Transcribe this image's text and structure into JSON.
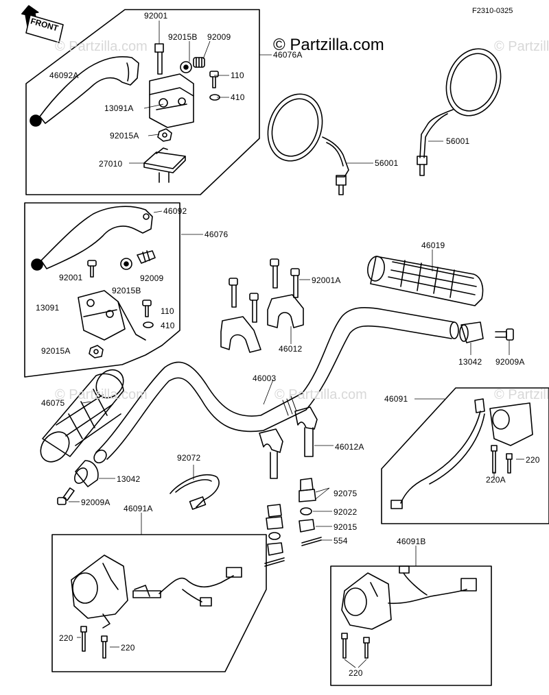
{
  "figure_id": "F2310-0325",
  "watermark": "© Partzilla.com",
  "faint_watermark": "© Partzilla.com",
  "front_label": "FRONT",
  "labels": {
    "p92001_top": "92001",
    "p92015B_top": "92015B",
    "p92009_top": "92009",
    "p46076A": "46076A",
    "p46092A": "46092A",
    "p110_top": "110",
    "p13091A": "13091A",
    "p410_top": "410",
    "p92015A_top": "92015A",
    "p27010": "27010",
    "p56001_left": "56001",
    "p56001_right": "56001",
    "p46092": "46092",
    "p46076": "46076",
    "p92001_mid": "92001",
    "p92015B_mid": "92015B",
    "p92009_mid": "92009",
    "p13091": "13091",
    "p110_mid": "110",
    "p410_mid": "410",
    "p92015A_mid": "92015A",
    "p46019": "46019",
    "p92001A": "92001A",
    "p46012": "46012",
    "p13042_right": "13042",
    "p92009A_right": "92009A",
    "p46003": "46003",
    "p46075": "46075",
    "p46091": "46091",
    "p46012A": "46012A",
    "p220_right": "220",
    "p220A": "220A",
    "p92072": "92072",
    "p13042_left": "13042",
    "p92009A_left": "92009A",
    "p92075": "92075",
    "p46091A": "46091A",
    "p92022": "92022",
    "p92015": "92015",
    "p554": "554",
    "p46091B": "46091B",
    "p220_left_a": "220",
    "p220_left_b": "220",
    "p220_bottom": "220"
  }
}
